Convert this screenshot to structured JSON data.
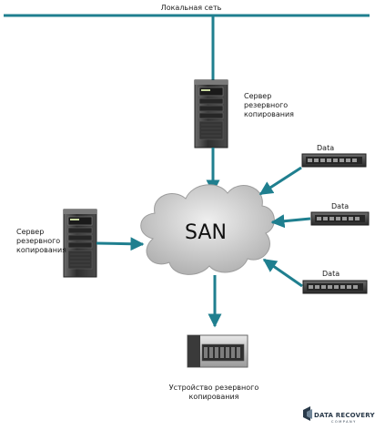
{
  "network": {
    "lan_label": "Локальная сеть"
  },
  "nodes": {
    "backup_server_top": {
      "label_lines": [
        "Сервер",
        "резервного",
        "копирования"
      ]
    },
    "backup_server_left": {
      "label_lines": [
        "Сервер",
        "резервного",
        "копирования"
      ]
    },
    "san": {
      "label": "SAN"
    },
    "storage_1": {
      "label": "Data"
    },
    "storage_2": {
      "label": "Data"
    },
    "storage_3": {
      "label": "Data"
    },
    "tape_library": {
      "label_lines": [
        "Устройство резервного",
        "копирования"
      ]
    }
  },
  "logo": {
    "text": "DATA RECOVERY",
    "subtext": "COMPANY",
    "icon": "data-recovery-logo-icon"
  },
  "colors": {
    "link": "#1f7f8f",
    "cloud": "#c9c9c9",
    "server": "#3b3b3b"
  }
}
